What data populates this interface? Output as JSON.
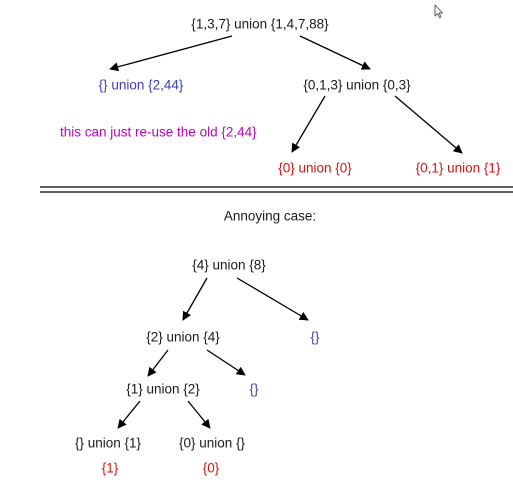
{
  "colors": {
    "black": "#1a1a1a",
    "blue": "#3b3bc4",
    "red": "#e01010",
    "purple": "#c000c0"
  },
  "top_tree": {
    "root": "{1,3,7} union {1,4,7,88}",
    "left": "{} union {2,44}",
    "right": "{0,1,3} union {0,3}",
    "right_left": "{0} union {0}",
    "right_right": "{0,1} union {1}",
    "note": "this can just re-use the old {2,44}"
  },
  "section_title": "Annoying case:",
  "bottom_tree": {
    "root": "{4} union {8}",
    "l1": "{2} union {4}",
    "r1": "{}",
    "l2": "{1} union {2}",
    "r2": "{}",
    "l3": "{} union {1}",
    "r3": "{0} union {}",
    "l3_result": "{1}",
    "r3_result": "{0}"
  },
  "cursor_icon": "mouse-pointer-icon"
}
